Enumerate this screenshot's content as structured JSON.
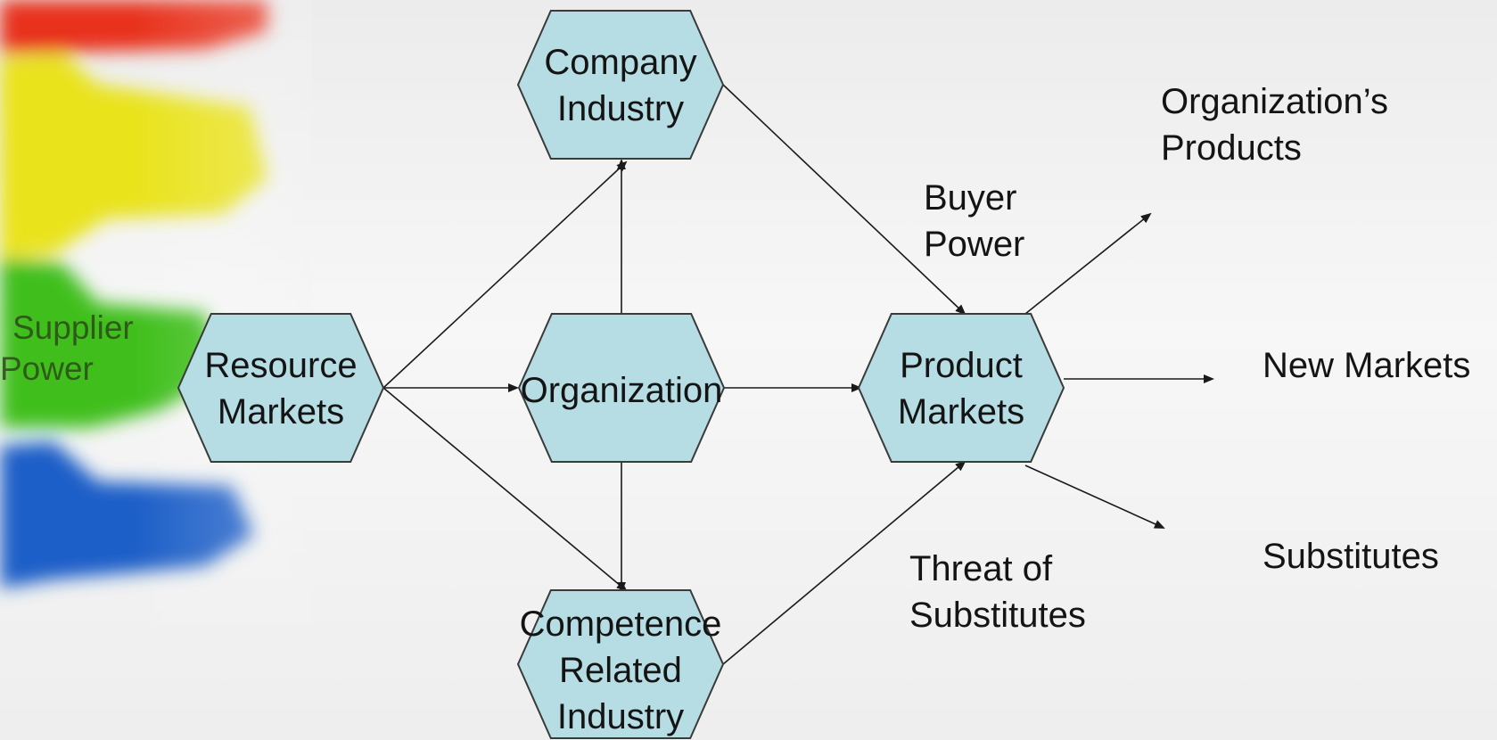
{
  "colors": {
    "hex_fill": "#b5dde3",
    "hex_stroke": "#3a3a3a",
    "arrow": "#1a1a1a",
    "marker_red": "#e8321e",
    "marker_yellow": "#e9e31a",
    "marker_green": "#3fbf1f",
    "marker_blue": "#1a5fc8"
  },
  "nodes": {
    "company_industry": [
      "Company",
      "Industry"
    ],
    "resource_markets": [
      "Resource",
      "Markets"
    ],
    "organization": [
      "Organization"
    ],
    "product_markets": [
      "Product",
      "Markets"
    ],
    "competence_related": [
      "Competence",
      "Related",
      "Industry"
    ]
  },
  "labels": {
    "supplier_power": [
      "Supplier",
      "Power"
    ],
    "buyer_power": [
      "Buyer",
      "Power"
    ],
    "threat_of_substitutes": [
      "Threat of",
      "Substitutes"
    ],
    "organizations_products": [
      "Organization’s",
      "Products"
    ],
    "new_markets": [
      "New Markets"
    ],
    "substitutes": [
      "Substitutes"
    ]
  }
}
